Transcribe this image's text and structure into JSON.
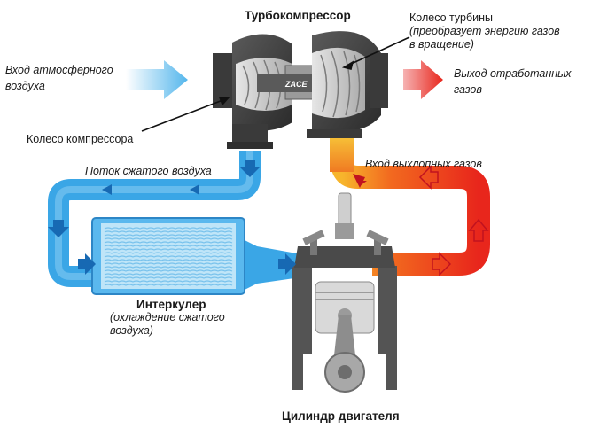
{
  "labels": {
    "turbo_title": "Турбокомпрессор",
    "turbine_wheel_line1": "Колесо турбины",
    "turbine_wheel_line2": "(преобразует энергию газов",
    "turbine_wheel_line3": "в вращение)",
    "air_inlet_line1": "Вход атмосферного",
    "air_inlet_line2": "воздуха",
    "exhaust_out_line1": "Выход отработанных",
    "exhaust_out_line2": "газов",
    "compressor_wheel": "Колесо компрессора",
    "compressed_air_flow": "Поток сжатого воздуха",
    "exhaust_inlet": "Вход выхлопных газов",
    "intercooler_title": "Интеркулер",
    "intercooler_sub_line1": "(охлаждение сжатого",
    "intercooler_sub_line2": "воздуха)",
    "cylinder_title": "Цилиндр двигателя",
    "brand_mark": "ZACE"
  },
  "colors": {
    "cold_air": "#3aa6e6",
    "cold_air_light": "#bfe5f8",
    "hot_gas": "#e8261c",
    "hot_gas_mid": "#f26a1f",
    "hot_gas_light": "#f7b52c",
    "metal_dark": "#3d3d3d",
    "metal_light": "#cfcfcf",
    "arrow_blue": "#1769b3"
  }
}
